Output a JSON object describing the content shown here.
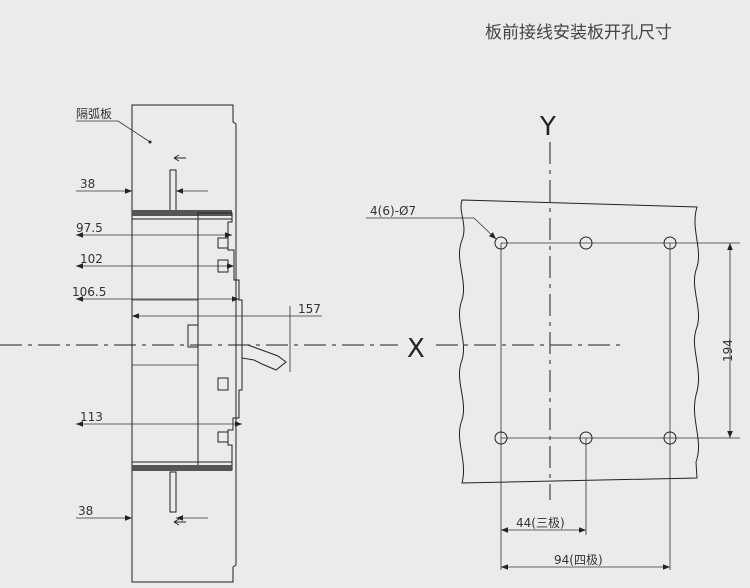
{
  "title": "板前接线安装板开孔尺寸",
  "side_view": {
    "label_arc_plate": "隔弧板",
    "dims": {
      "d38_top": "38",
      "d97_5": "97.5",
      "d102": "102",
      "d106_5": "106.5",
      "d157": "157",
      "d113": "113",
      "d38_bottom": "38"
    }
  },
  "front_view": {
    "axis_x": "X",
    "axis_y": "Y",
    "hole_label": "4(6)-Ø7",
    "dim_vertical": "194",
    "dim_44": "44(三极)",
    "dim_94": "94(四极)"
  },
  "colors": {
    "line": "#222222",
    "background": "#ebebeb",
    "bar": "#555555"
  }
}
